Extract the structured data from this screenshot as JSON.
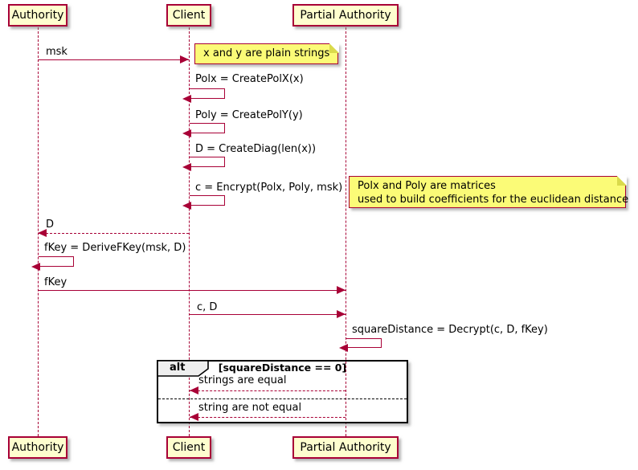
{
  "participants": [
    {
      "label": "Authority"
    },
    {
      "label": "Client"
    },
    {
      "label": "Partial Authority"
    }
  ],
  "messages": {
    "msk": "msk",
    "create_polx": "Polx = CreatePolX(x)",
    "create_poly": "Poly = CreatePolY(y)",
    "create_diag": "D = CreateDiag(len(x))",
    "encrypt": "c = Encrypt(Polx, Poly, msk)",
    "d_return": "D",
    "derive_fkey": "fKey = DeriveFKey(msk, D)",
    "fkey": "fKey",
    "c_d": "c, D",
    "decrypt": "squareDistance = Decrypt(c, D, fKey)",
    "strings_equal": "strings are equal",
    "strings_not_equal": "string are not equal"
  },
  "notes": {
    "plain_strings": "x and y are plain strings",
    "matrices_line1": "Polx and Poly are matrices",
    "matrices_line2": "used to build coefficients for the euclidean distance"
  },
  "alt": {
    "label": "alt",
    "guard": "[squareDistance == 0]"
  },
  "colors": {
    "accent": "#A80036",
    "participant_fill": "#FEFECE",
    "note_fill": "#FBFB77",
    "alt_border": "#000000",
    "alt_label_fill": "#EEEEEE"
  }
}
